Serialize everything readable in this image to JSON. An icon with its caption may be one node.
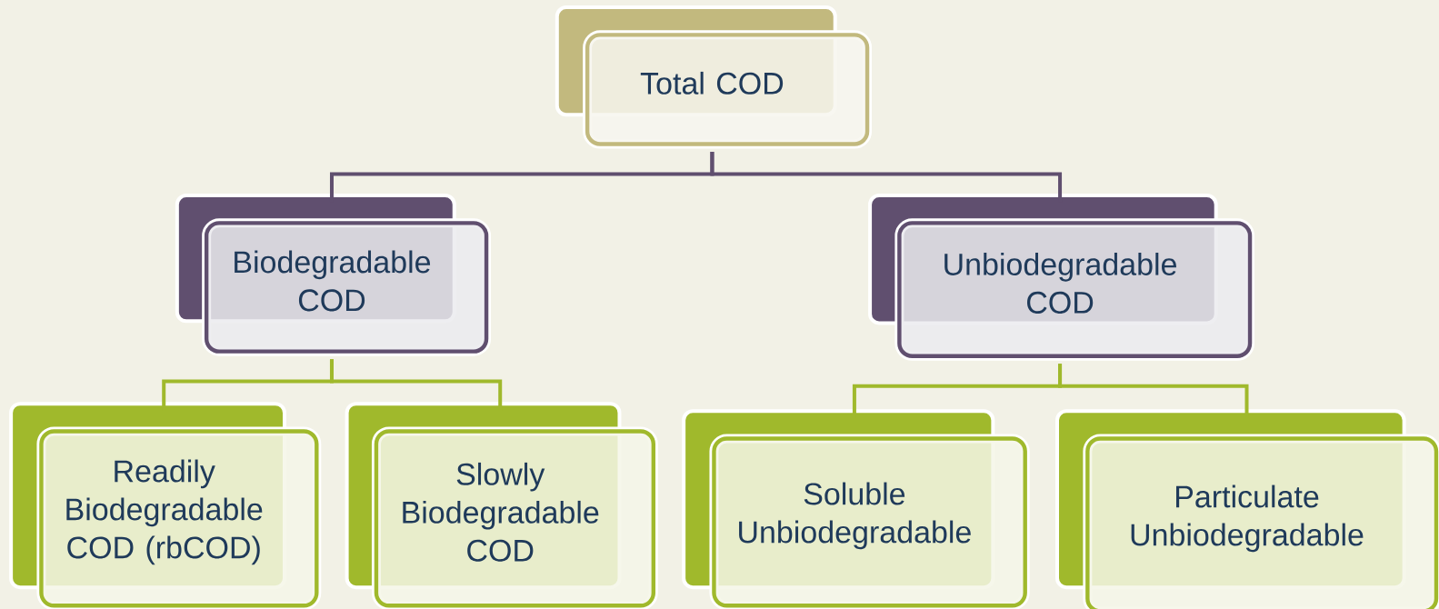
{
  "diagram": {
    "nodes": [
      {
        "text": [
          "Total COD"
        ]
      },
      {
        "text": [
          "Biodegradable COD"
        ]
      },
      {
        "text": [
          "Unbiodegradable COD"
        ]
      },
      {
        "text": [
          "Readily Biodegradable COD (rbCOD)"
        ]
      },
      {
        "text": [
          "Slowly Biodegradable COD"
        ]
      },
      {
        "text": [
          "Soluble Unbiodegradable"
        ]
      },
      {
        "text": [
          "Particulate Unbiodegradable"
        ]
      }
    ],
    "edges": [
      {
        "from": 0,
        "to": 1,
        "arrow": "none",
        "color": "#604f6f"
      },
      {
        "from": 0,
        "to": 2,
        "arrow": "none",
        "color": "#604f6f"
      },
      {
        "from": 1,
        "to": 3,
        "arrow": "none"
      },
      {
        "from": 1,
        "to": 4,
        "arrow": "none"
      },
      {
        "from": 2,
        "to": 5,
        "arrow": "none"
      },
      {
        "from": 2,
        "to": 6,
        "arrow": "none"
      }
    ]
  }
}
